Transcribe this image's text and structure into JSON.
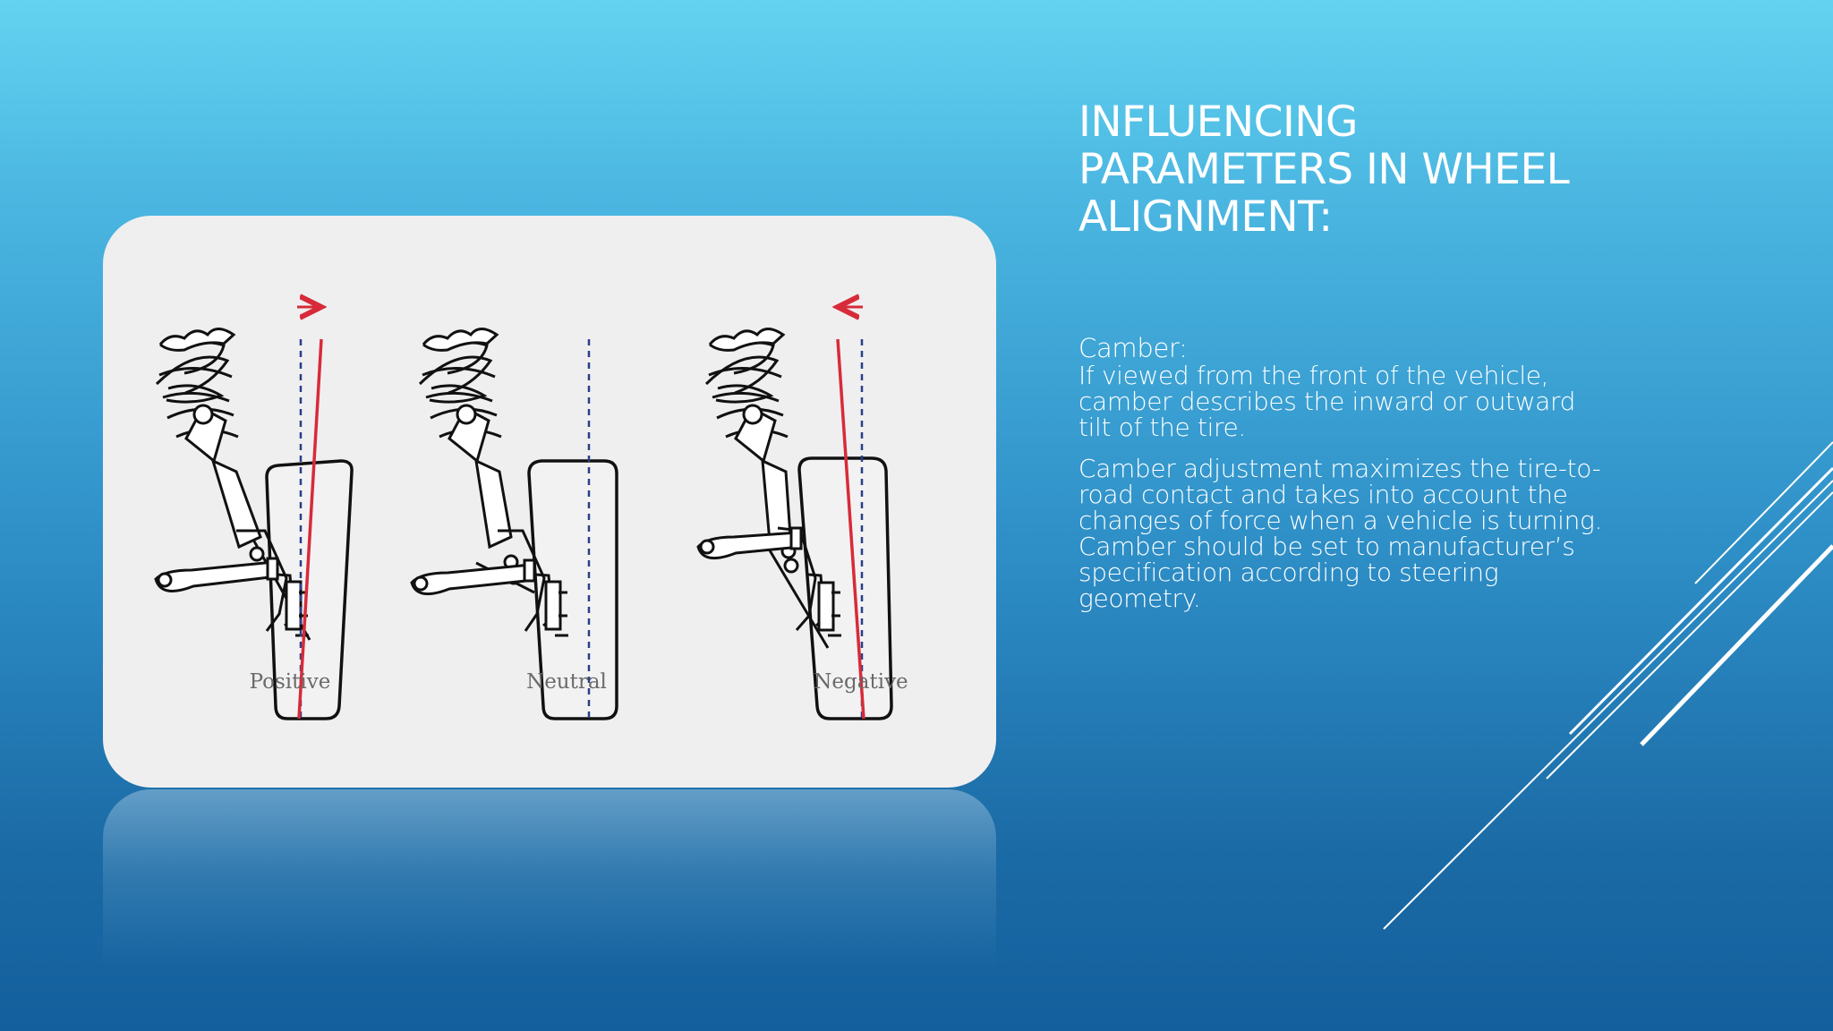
{
  "slide": {
    "title": "INFLUENCING\nPARAMETERS IN WHEEL\nALIGNMENT:",
    "subheading": "Camber:",
    "paragraph1": "If viewed from the front of the vehicle,\ncamber describes the inward or outward\ntilt of the tire.",
    "paragraph2": "Camber adjustment maximizes the tire-to-\nroad contact and takes into account the\nchanges of force when a vehicle is turning.\nCamber should be set to manufacturer’s\nspecification according to steering\ngeometry."
  },
  "diagram": {
    "labels": [
      "Positive",
      "Neutral",
      "Negative"
    ]
  },
  "colors": {
    "background_top": "#63d3f0",
    "background_bottom": "#135f9d",
    "card_fill": "#f0eff0",
    "vertical_line": "#283f89",
    "camber_line": "#d72b39",
    "text": "#ffffff"
  }
}
